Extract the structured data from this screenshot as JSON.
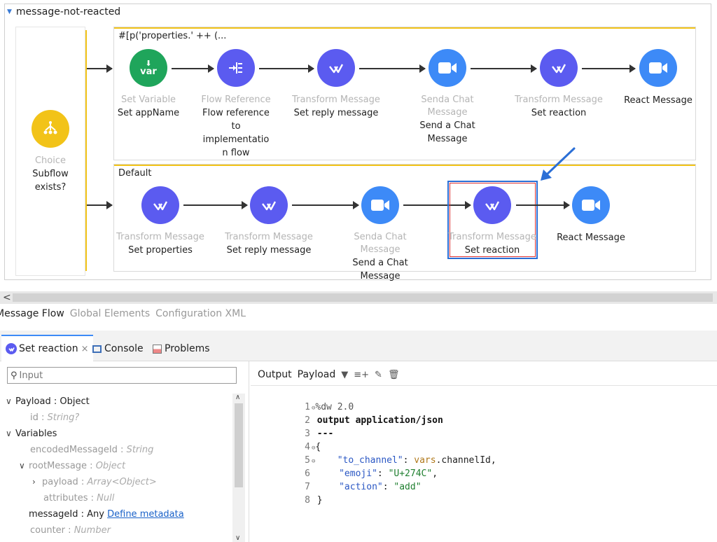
{
  "flow": {
    "title": "message-not-reacted",
    "choice": {
      "type": "Choice",
      "label_line1": "Subflow",
      "label_line2": "exists?"
    },
    "route1": {
      "header": "#[p('properties.' ++ (...",
      "nodes": [
        {
          "icon": "var-icon",
          "type": "Set Variable",
          "label": [
            "Set appName"
          ]
        },
        {
          "icon": "flow-reference-icon",
          "type": "Flow Reference",
          "label": [
            "Flow reference",
            "to",
            "implementatio",
            "n flow"
          ]
        },
        {
          "icon": "transform-icon",
          "type": "Transform Message",
          "label": [
            "Set reply message"
          ]
        },
        {
          "icon": "video-icon",
          "type": "Senda Chat Message",
          "label": [
            "Send a Chat",
            "Message"
          ]
        },
        {
          "icon": "transform-icon",
          "type": "Transform Message",
          "label": [
            "Set reaction"
          ]
        },
        {
          "icon": "video-icon",
          "type": "",
          "label": [
            "React Message"
          ]
        }
      ]
    },
    "route2": {
      "header": "Default",
      "nodes": [
        {
          "icon": "transform-icon",
          "type": "Transform Message",
          "label": [
            "Set properties"
          ]
        },
        {
          "icon": "transform-icon",
          "type": "Transform Message",
          "label": [
            "Set reply message"
          ]
        },
        {
          "icon": "video-icon",
          "type": "Senda Chat Message",
          "label": [
            "Send a Chat",
            "Message"
          ]
        },
        {
          "icon": "transform-icon",
          "type": "Transform Message",
          "label": [
            "Set reaction"
          ]
        },
        {
          "icon": "video-icon",
          "type": "",
          "label": [
            "React Message"
          ]
        }
      ]
    },
    "var_text": "var"
  },
  "editor_tabs": [
    "Message Flow",
    "Global Elements",
    "Configuration XML"
  ],
  "panel_tabs": [
    {
      "label": "Set reaction",
      "icon": "transform-icon",
      "close": "×"
    },
    {
      "label": "Console",
      "icon": "console-icon"
    },
    {
      "label": "Problems",
      "icon": "problems-icon"
    }
  ],
  "input_tree": {
    "search_placeholder": "Input",
    "rows": [
      {
        "text": "Payload : Object"
      },
      {
        "name": "id",
        "type": "String?"
      },
      {
        "text": "Variables"
      },
      {
        "name": "encodedMessageId",
        "type": "String"
      },
      {
        "name": "rootMessage",
        "type": "Object"
      },
      {
        "name": "payload",
        "type": "Array<Object>"
      },
      {
        "name": "attributes",
        "type": "Null"
      },
      {
        "name": "messageId : Any",
        "link": "Define metadata"
      },
      {
        "name": "counter",
        "type": "Number"
      }
    ]
  },
  "output": {
    "label": "Output",
    "target": "Payload",
    "code": [
      {
        "n": "1",
        "text": "%dw 2.0"
      },
      {
        "n": "2",
        "text": "output application/json"
      },
      {
        "n": "3",
        "text": "---"
      },
      {
        "n": "4",
        "text": "{"
      },
      {
        "n": "5",
        "key": "\"to_channel\"",
        "rest_var": "vars",
        "rest": ".channelId,"
      },
      {
        "n": "6",
        "key": "\"emoji\"",
        "val": "\"U+274C\"",
        "tail": ","
      },
      {
        "n": "7",
        "key": "\"action\"",
        "val": "\"add\""
      },
      {
        "n": "8",
        "text": "}"
      }
    ]
  },
  "colors": {
    "purple": "#5b5bf0",
    "blue": "#3d8af7",
    "green": "#1fa55b",
    "yellow": "#f2c318",
    "highlight": "#2b6fd6"
  }
}
